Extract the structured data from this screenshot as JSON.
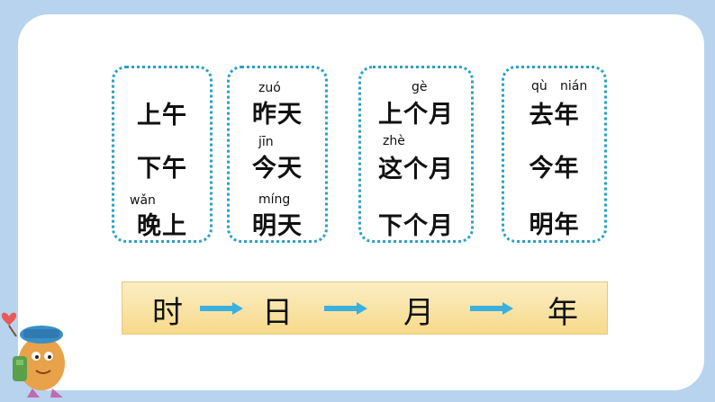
{
  "cards": [
    {
      "words": [
        "上午",
        "下午",
        "晚上"
      ],
      "pinyin": [
        "",
        "",
        "wǎn"
      ]
    },
    {
      "words": [
        "昨天",
        "今天",
        "明天"
      ],
      "pinyin": [
        "zuó",
        "jīn",
        "míng"
      ]
    },
    {
      "words": [
        "上个月",
        "这个月",
        "下个月"
      ],
      "pinyin": [
        "gè",
        "zhè",
        ""
      ]
    },
    {
      "words": [
        "去年",
        "今年",
        "明年"
      ],
      "pinyin_top": [
        "qù",
        "nián"
      ]
    }
  ],
  "sequence": [
    "时",
    "日",
    "月",
    "年"
  ],
  "colors": {
    "background": "#b7d3ee",
    "card_border": "#2aa0c6",
    "arrow": "#3ab0de",
    "bar": "#f7d98a"
  },
  "icons": [
    "arrow-right-icon",
    "mascot-character"
  ]
}
